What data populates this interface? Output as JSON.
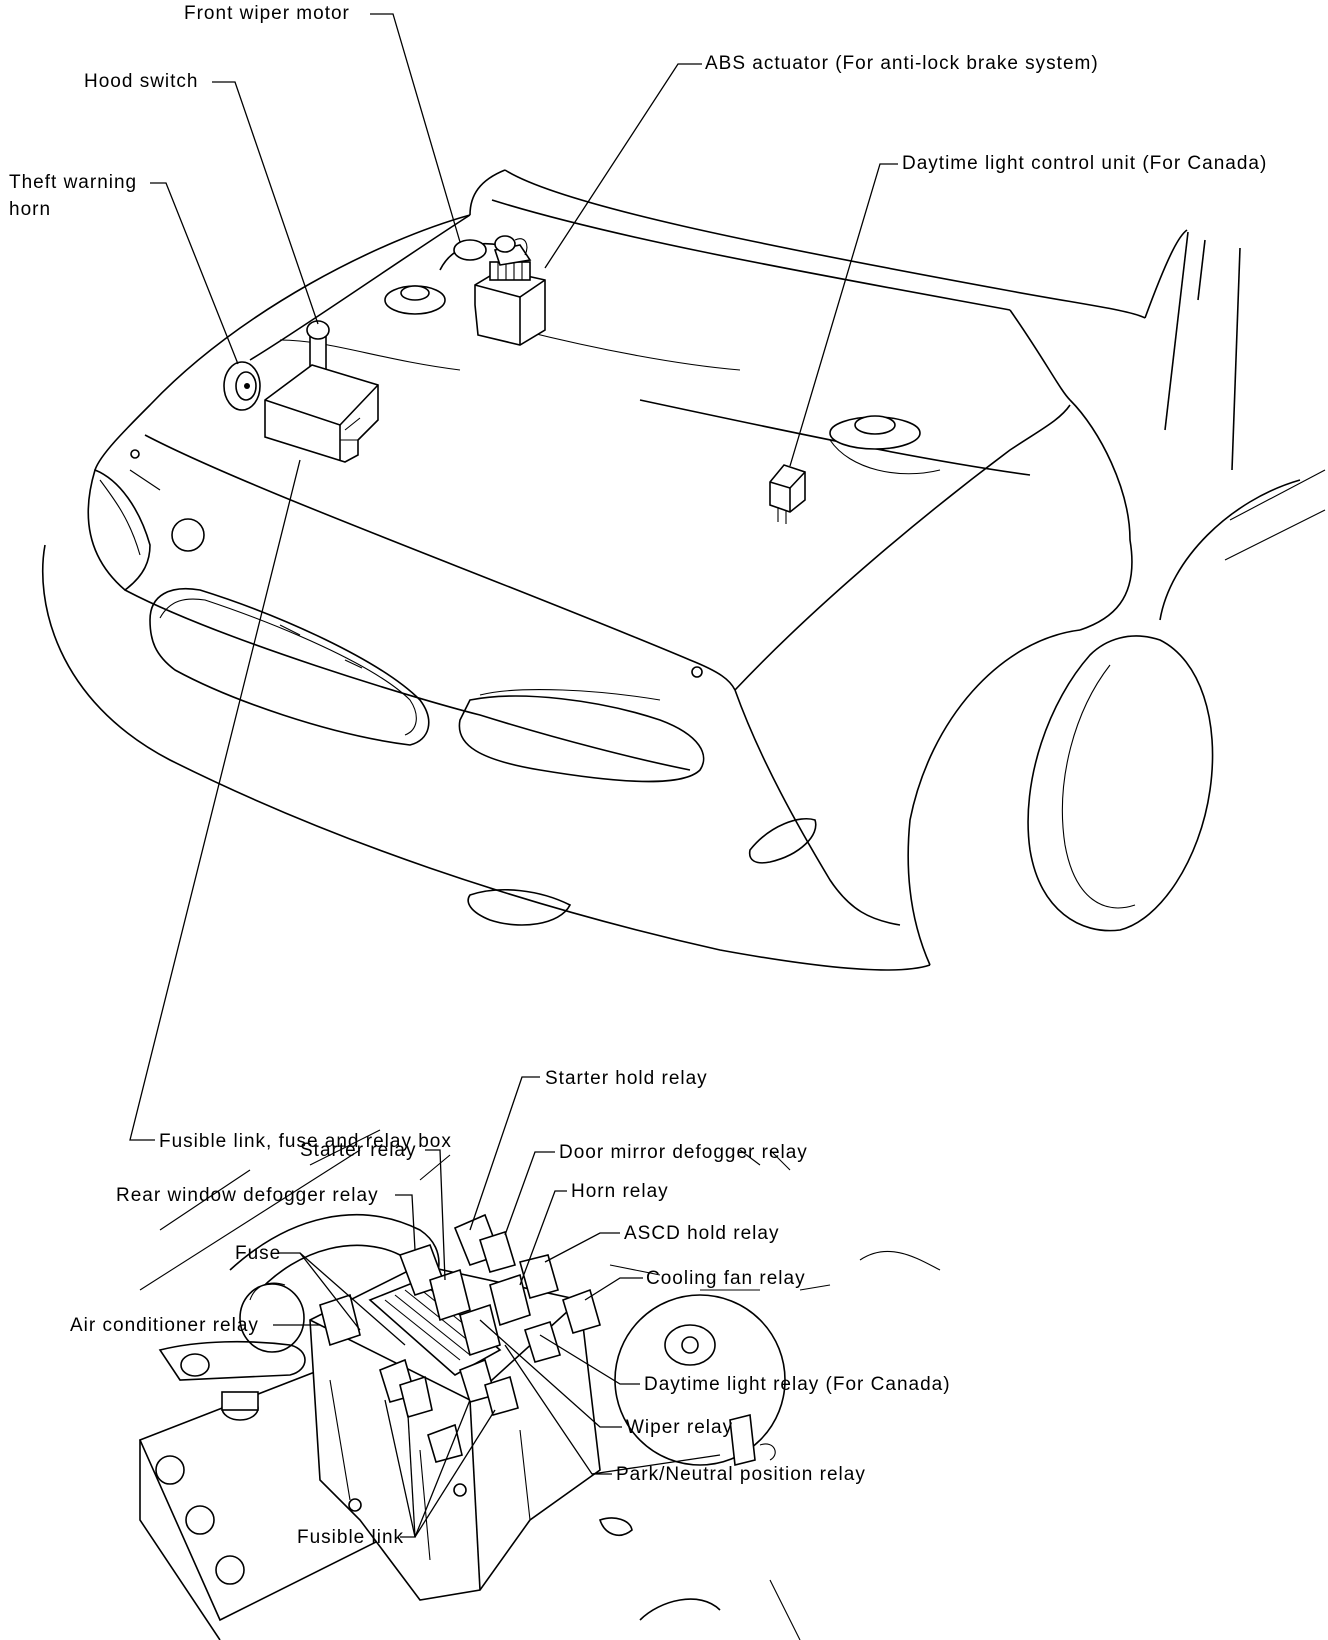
{
  "diagram": {
    "labels": {
      "front_wiper_motor": "Front wiper motor",
      "abs_actuator": "ABS actuator (For anti-lock brake system)",
      "hood_switch": "Hood switch",
      "daytime_light_control_unit": "Daytime light control unit (For Canada)",
      "theft_warning_horn_line1": "Theft warning",
      "theft_warning_horn_line2": "horn",
      "fusible_link_fuse_relay_box": "Fusible link, fuse and relay box",
      "starter_hold_relay": "Starter hold relay",
      "starter_relay": "Starter relay",
      "door_mirror_defogger_relay": "Door mirror defogger relay",
      "rear_window_defogger_relay": "Rear window defogger relay",
      "horn_relay": "Horn relay",
      "asd_hold_relay": "ASCD hold relay",
      "fuse": "Fuse",
      "cooling_fan_relay": "Cooling fan relay",
      "air_conditioner_relay": "Air conditioner relay",
      "daytime_light_relay": "Daytime light relay (For Canada)",
      "wiper_relay": "Wiper relay",
      "park_neutral_position_relay": "Park/Neutral position relay",
      "fusible_link": "Fusible link"
    }
  }
}
